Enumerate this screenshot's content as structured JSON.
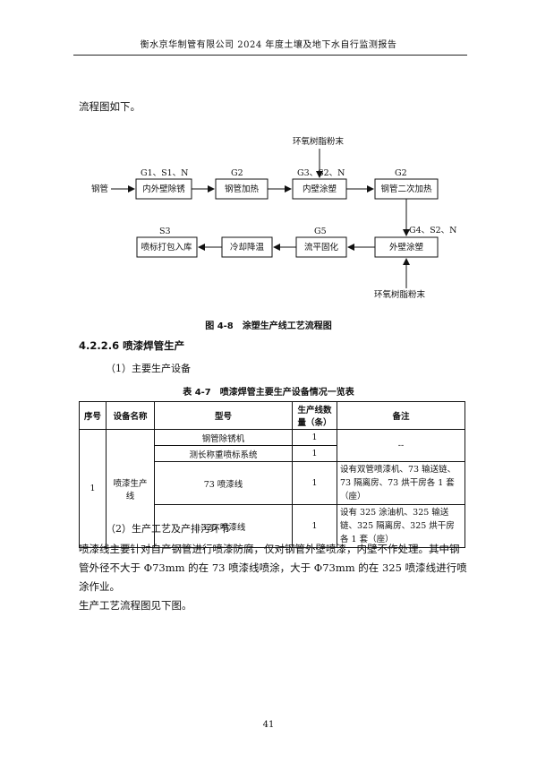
{
  "header": {
    "title": "衡水京华制管有限公司 2024 年度土壤及地下水自行监测报告"
  },
  "intro_text": "流程图如下。",
  "flowchart": {
    "input_left": "钢管",
    "input_top": "环氧树脂粉末",
    "input_bottom": "环氧树脂粉末",
    "row1": [
      {
        "label": "内外壁除锈",
        "emission": "G1、S1、N"
      },
      {
        "label": "钢管加热",
        "emission": "G2"
      },
      {
        "label": "内壁涂塑",
        "emission": "G3、S2、N"
      },
      {
        "label": "钢管二次加热",
        "emission": "G2"
      }
    ],
    "row2": [
      {
        "label": "喷标打包入库",
        "emission": "S3"
      },
      {
        "label": "冷却降温",
        "emission": ""
      },
      {
        "label": "流平固化",
        "emission": "G5"
      },
      {
        "label": "外壁涂塑",
        "emission": "G4、S2、N"
      }
    ]
  },
  "figure_caption": {
    "number": "图 4-8",
    "title": "涂塑生产线工艺流程图"
  },
  "section": {
    "heading": "4.2.2.6 喷漆焊管生产"
  },
  "sub1": "（1）主要生产设备",
  "table_caption": {
    "number": "表 4-7",
    "title": "喷漆焊管主要生产设备情况一览表"
  },
  "table": {
    "headers": [
      "序号",
      "设备名称",
      "型号",
      "生产线数量（条）",
      "备注"
    ],
    "seq": "1",
    "device": "喷漆生产线",
    "rows": [
      {
        "model": "钢管除锈机",
        "count": "1",
        "note": "--"
      },
      {
        "model": "测长称重喷标系统",
        "count": "1",
        "note": ""
      },
      {
        "model": "73 喷漆线",
        "count": "1",
        "note": "设有双管喷漆机、73 输送链、73 隔离房、73 烘干房各 1 套（座）"
      },
      {
        "model": "325 喷漆线",
        "count": "1",
        "note": "设有 325 涂油机、325 输送链、325 隔离房、325 烘干房各 1 套（座）"
      }
    ]
  },
  "sub2": "（2）生产工艺及产排污环节",
  "paragraph": [
    "喷漆线主要针对自产钢管进行喷漆防腐，仅对钢管外壁喷漆，内壁不作处理。其中钢",
    "管外径不大于 Φ73mm 的在 73 喷漆线喷涂，大于 Φ73mm 的在 325 喷漆线进行喷涂作业。",
    "生产工艺流程图见下图。"
  ],
  "page_number": "41"
}
